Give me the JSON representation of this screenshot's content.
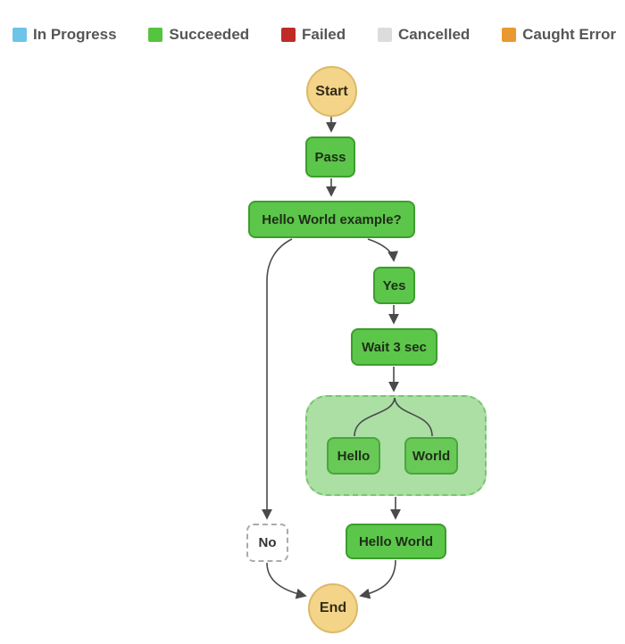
{
  "legend": {
    "items": [
      {
        "label": "In Progress",
        "color": "#6CC4E9"
      },
      {
        "label": "Succeeded",
        "color": "#55C43E"
      },
      {
        "label": "Failed",
        "color": "#BE2B26"
      },
      {
        "label": "Cancelled",
        "color": "#DCDCDC"
      },
      {
        "label": "Caught Error",
        "color": "#E8992F"
      }
    ]
  },
  "graph": {
    "nodes": {
      "start": {
        "label": "Start",
        "shape": "circle",
        "fill": "#F3D489",
        "border": "#DCB967"
      },
      "pass": {
        "label": "Pass",
        "status": "succeeded",
        "fill": "#5CC64A",
        "border": "#3C9D2D"
      },
      "choice": {
        "label": "Hello World example?",
        "status": "succeeded",
        "fill": "#5CC64A",
        "border": "#3C9D2D"
      },
      "yes": {
        "label": "Yes",
        "status": "succeeded",
        "fill": "#5CC64A",
        "border": "#3C9D2D"
      },
      "wait": {
        "label": "Wait 3 sec",
        "status": "succeeded",
        "fill": "#5CC64A",
        "border": "#3C9D2D"
      },
      "parallel": {
        "shape": "group",
        "status": "succeeded",
        "fill": "#ABDFA4",
        "border": "#79C571"
      },
      "hello": {
        "label": "Hello",
        "status": "succeeded",
        "fill": "#68C957",
        "border": "#49A73A"
      },
      "world": {
        "label": "World",
        "status": "succeeded",
        "fill": "#68C957",
        "border": "#49A73A"
      },
      "no": {
        "label": "No",
        "status": "not-executed",
        "fill": "#FFFFFF",
        "border": "#ABABAB"
      },
      "hello_world": {
        "label": "Hello World",
        "status": "succeeded",
        "fill": "#5CC64A",
        "border": "#3C9D2D"
      },
      "end": {
        "label": "End",
        "shape": "circle",
        "fill": "#F3D489",
        "border": "#DCB967"
      }
    },
    "edge_color": "#4A4A4A"
  }
}
